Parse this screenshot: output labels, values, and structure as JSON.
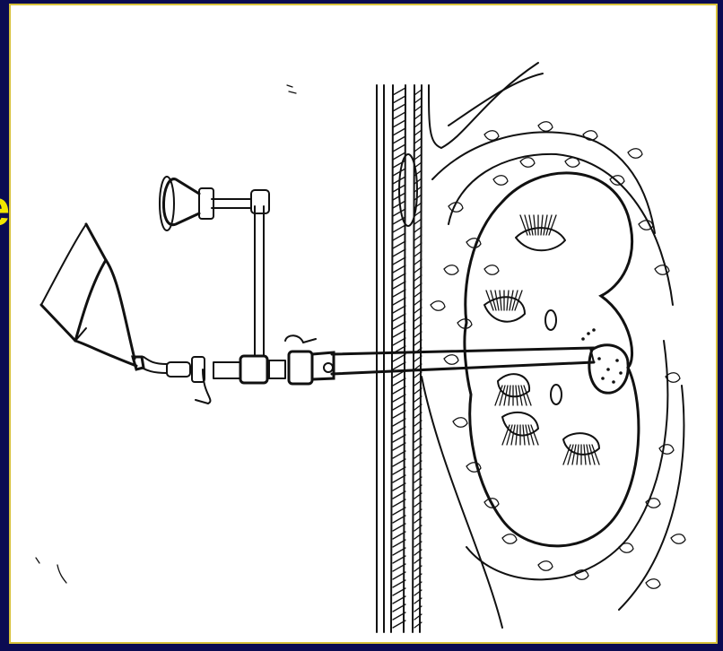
{
  "slide": {
    "title_fragment": "e",
    "colors": {
      "background": "#0b0b52",
      "panel": "#ffffff",
      "panel_border": "#d8c23a",
      "title": "#f2e600",
      "ink": "#111111"
    }
  },
  "illustration": {
    "icon": "percutaneous-nephroscopy-line-drawing",
    "parts": [
      "funnel-inlet",
      "irrigation-tube",
      "eyepiece",
      "valve-stopcocks",
      "nephroscope-sheath",
      "body-wall-layers",
      "perirenal-fat",
      "kidney",
      "renal-calyces",
      "kidney-stone"
    ]
  }
}
